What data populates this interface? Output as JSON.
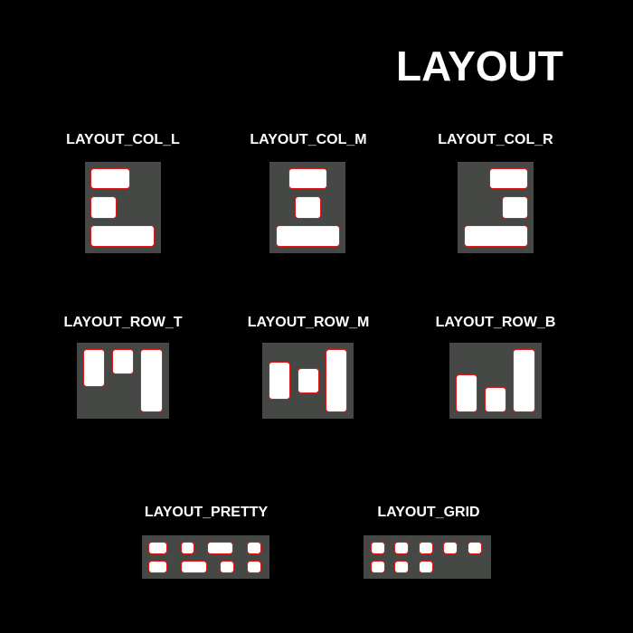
{
  "title": "LAYOUT",
  "labels": {
    "col_l": "LAYOUT_COL_L",
    "col_m": "LAYOUT_COL_M",
    "col_r": "LAYOUT_COL_R",
    "row_t": "LAYOUT_ROW_T",
    "row_m": "LAYOUT_ROW_M",
    "row_b": "LAYOUT_ROW_B",
    "pretty": "LAYOUT_PRETTY",
    "grid": "LAYOUT_GRID"
  },
  "colors": {
    "background": "#000000",
    "panel": "#464846",
    "cell_fill": "#ffffff",
    "cell_border": "#e01818"
  }
}
